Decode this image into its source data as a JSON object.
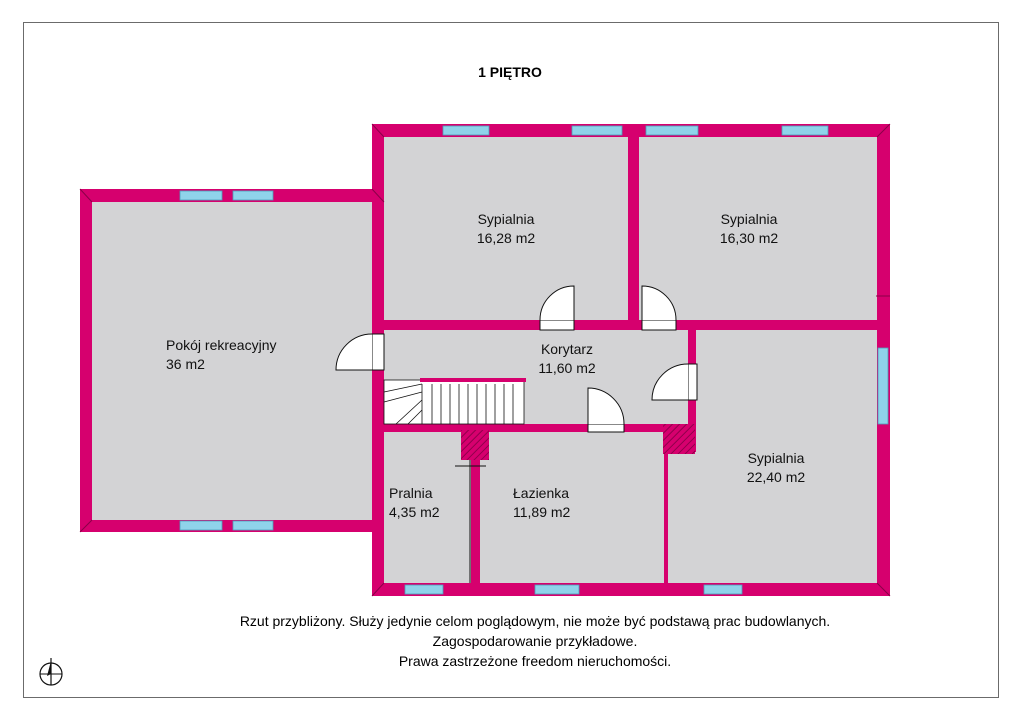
{
  "plan": {
    "title": "1 PIĘTRO",
    "rooms": [
      {
        "id": "sypialnia-1",
        "name": "Sypialnia",
        "area": "16,28 m2"
      },
      {
        "id": "sypialnia-2",
        "name": "Sypialnia",
        "area": "16,30 m2"
      },
      {
        "id": "pokoj-rekreacyjny",
        "name": "Pokój rekreacyjny",
        "area": "36 m2"
      },
      {
        "id": "korytarz",
        "name": "Korytarz",
        "area": "11,60 m2"
      },
      {
        "id": "sypialnia-3",
        "name": "Sypialnia",
        "area": "22,40 m2"
      },
      {
        "id": "pralnia",
        "name": "Pralnia",
        "area": "4,35 m2"
      },
      {
        "id": "lazienka",
        "name": "Łazienka",
        "area": "11,89 m2"
      }
    ],
    "colors": {
      "wall": "#d6006e",
      "floor": "#d3d3d5",
      "window": "#8fd3ea",
      "stair_fill": "#c4005c"
    }
  },
  "footer": {
    "line1": "Rzut przybliżony. Służy jedynie celom poglądowym, nie może być podstawą prac budowlanych.",
    "line2": "Zagospodarowanie przykładowe.",
    "line3": "Prawa zastrzeżone freedom nieruchomości."
  }
}
